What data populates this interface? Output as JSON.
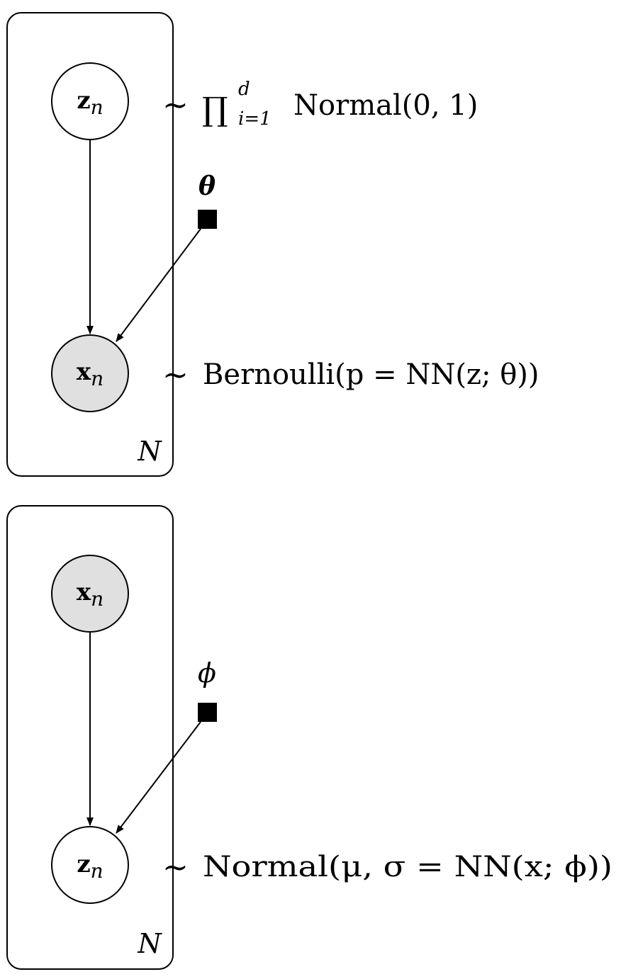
{
  "generative_model": {
    "latent_node": {
      "symbol": "z",
      "subscript": "n",
      "observed": false
    },
    "observed_node": {
      "symbol": "x",
      "subscript": "n",
      "observed": true
    },
    "parameter": {
      "symbol": "θ"
    },
    "plate_label": "N",
    "prior": {
      "tilde": "∼",
      "product": "∏",
      "upper": "d",
      "lower": "i=1",
      "text": "Normal(0, 1)"
    },
    "likelihood": {
      "tilde": "∼",
      "text": "Bernoulli(p = NN(z; θ))"
    }
  },
  "inference_model": {
    "observed_node": {
      "symbol": "x",
      "subscript": "n",
      "observed": true
    },
    "latent_node": {
      "symbol": "z",
      "subscript": "n",
      "observed": false
    },
    "parameter": {
      "symbol": "ϕ"
    },
    "plate_label": "N",
    "posterior": {
      "tilde": "∼",
      "text": "Normal(μ, σ = NN(x; ϕ))"
    }
  },
  "colors": {
    "observed_fill": "#e0e0e0",
    "latent_fill": "#ffffff",
    "stroke": "#000000",
    "parameter_fill": "#000000"
  }
}
